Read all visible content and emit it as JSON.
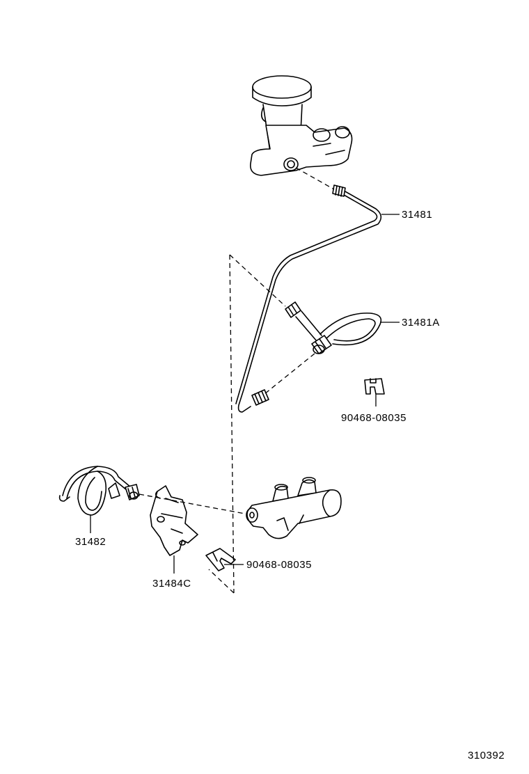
{
  "labels": {
    "pipe_upper": "31481",
    "hose": "31481A",
    "clip_upper": "90468-08035",
    "pipe_lower": "31482",
    "bracket": "31484C",
    "clip_lower": "90468-08035",
    "diagram_number": "310392"
  }
}
